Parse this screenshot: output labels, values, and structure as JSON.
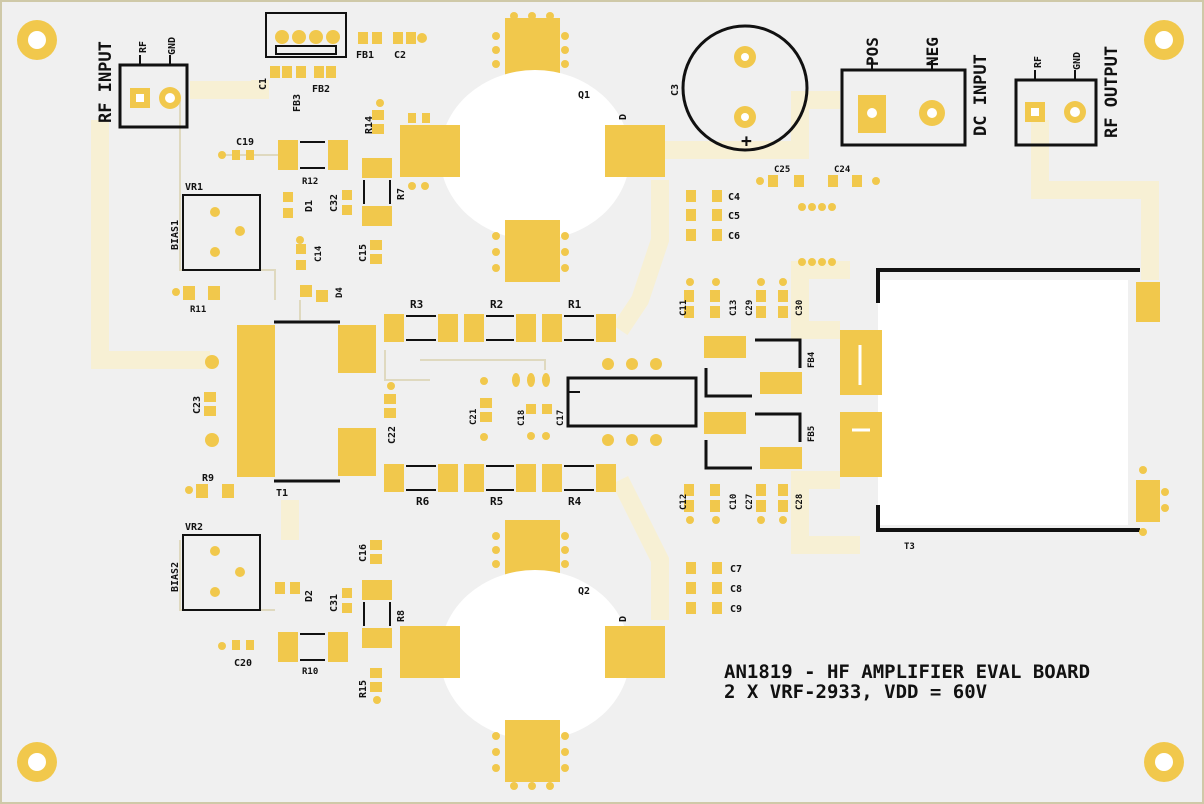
{
  "title_line1": "AN1819 - HF AMPLIFIER EVAL BOARD",
  "title_line2": "2 X VRF-2933, VDD = 60V",
  "connectors": {
    "rf_input": {
      "label": "RF INPUT",
      "pin1": "RF",
      "pin2": "GND"
    },
    "dc_input": {
      "label": "DC INPUT",
      "pin1": "POS",
      "pin2": "NEG"
    },
    "rf_output": {
      "label": "RF OUTPUT",
      "pin1": "RF",
      "pin2": "GND"
    }
  },
  "labels": {
    "c1": "C1",
    "fb3": "FB3",
    "fb2": "FB2",
    "fb1": "FB1",
    "c2": "C2",
    "q1": "Q1",
    "d1_drain": "D",
    "c3": "C3",
    "c3_plus": "+",
    "r14": "R14",
    "c19": "C19",
    "r12": "R12",
    "r7": "R7",
    "c32": "C32",
    "d1": "D1",
    "vr1": "VR1",
    "bias1": "BIAS1",
    "c14": "C14",
    "c15": "C15",
    "d4": "D4",
    "r11": "R11",
    "c4": "C4",
    "c5": "C5",
    "c6": "C6",
    "c25": "C25",
    "c24": "C24",
    "r3": "R3",
    "r2": "R2",
    "r1": "R1",
    "c11": "C11",
    "c13": "C13",
    "c29": "C29",
    "c30": "C30",
    "fb4": "FB4",
    "fb5": "FB5",
    "c23": "C23",
    "c22": "C22",
    "c21": "C21",
    "c18": "C18",
    "c17": "C17",
    "r9": "R9",
    "t1": "T1",
    "r6": "R6",
    "r5": "R5",
    "r4": "R4",
    "c12": "C12",
    "c10": "C10",
    "c27": "C27",
    "c28": "C28",
    "t3": "T3",
    "vr2": "VR2",
    "bias2": "BIAS2",
    "c16": "C16",
    "d2": "D2",
    "c31": "C31",
    "r8": "R8",
    "c7": "C7",
    "c8": "C8",
    "c9": "C9",
    "q2": "Q2",
    "d2_drain": "D",
    "c20": "C20",
    "r10": "R10",
    "r15": "R15"
  }
}
